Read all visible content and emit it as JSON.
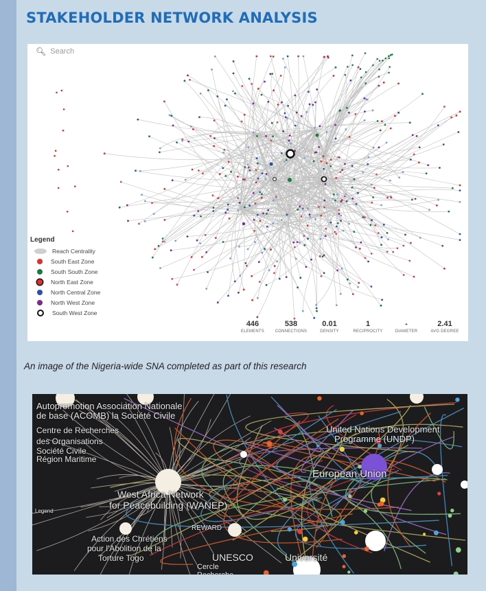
{
  "header": {
    "title": "STAKEHOLDER NETWORK ANALYSIS"
  },
  "figure1": {
    "search_placeholder": "Search",
    "legend": {
      "title": "Legend",
      "items": [
        {
          "label": "Reach Centrality",
          "color": "#cfcfcf",
          "icon": "reach-blob-icon"
        },
        {
          "label": "South East Zone",
          "color": "#e0302e",
          "icon": "dot-icon"
        },
        {
          "label": "South South  Zone",
          "color": "#1c7a3e",
          "icon": "dot-icon"
        },
        {
          "label": "North East Zone",
          "color": "#e0302e",
          "icon": "ring-dot-icon"
        },
        {
          "label": "North Central Zone",
          "color": "#2553a8",
          "icon": "dot-icon"
        },
        {
          "label": "North West Zone",
          "color": "#7b2a8e",
          "icon": "dot-icon"
        },
        {
          "label": "South West Zone",
          "color": "#ffffff",
          "icon": "ring-icon"
        }
      ]
    },
    "stats": [
      {
        "value": "446",
        "label": "ELEMENTS"
      },
      {
        "value": "538",
        "label": "CONNECTIONS"
      },
      {
        "value": "0.01",
        "label": "DENSITY"
      },
      {
        "value": "1",
        "label": "RECIPROCITY"
      },
      {
        "value": "-",
        "label": "DIAMETER"
      },
      {
        "value": "2.41",
        "label": "AVG DEGREE"
      }
    ]
  },
  "caption": "An image of the Nigeria-wide SNA completed as part of this research",
  "figure2": {
    "labels": [
      "Autopromotion Association Nationale",
      "de base (ACOMB) la Société Civile",
      "Centre de Recherches",
      "des Organisations",
      "Société Civile",
      "Région Maritime",
      "West Africa Network",
      "for Peacebuilding (WANEP)",
      "United Nations Development",
      "Programme (UNDP)",
      "European Union",
      "Action des Chrétiens",
      "pour l'Abolition de la",
      "Torture Togo",
      "REWARD",
      "UNESCO",
      "Université",
      "Cercle",
      "Recherche",
      "Legend"
    ]
  }
}
